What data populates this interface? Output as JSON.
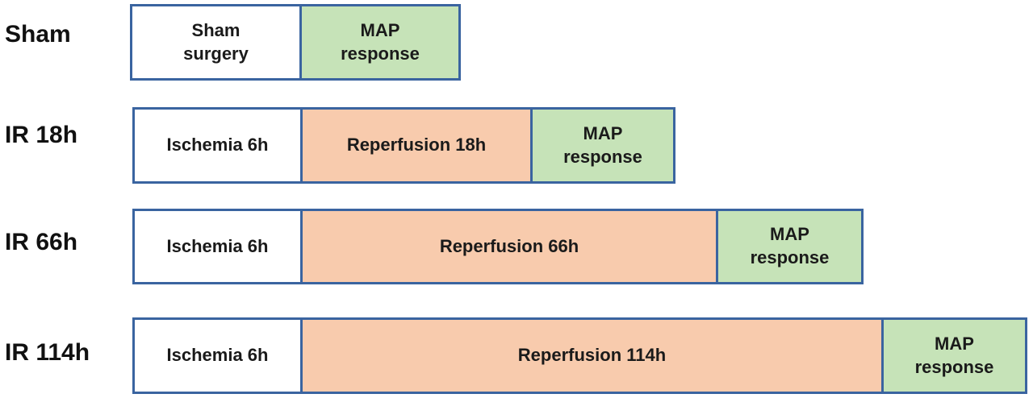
{
  "rows": [
    {
      "label": "Sham",
      "segments": [
        {
          "text": "Sham\nsurgery",
          "kind": "white"
        },
        {
          "text": "MAP\nresponse",
          "kind": "green"
        }
      ]
    },
    {
      "label": "IR 18h",
      "segments": [
        {
          "text": "Ischemia 6h",
          "kind": "white"
        },
        {
          "text": "Reperfusion 18h",
          "kind": "orange"
        },
        {
          "text": "MAP\nresponse",
          "kind": "green"
        }
      ]
    },
    {
      "label": "IR 66h",
      "segments": [
        {
          "text": "Ischemia 6h",
          "kind": "white"
        },
        {
          "text": "Reperfusion 66h",
          "kind": "orange"
        },
        {
          "text": "MAP\nresponse",
          "kind": "green"
        }
      ]
    },
    {
      "label": "IR 114h",
      "segments": [
        {
          "text": "Ischemia 6h",
          "kind": "white"
        },
        {
          "text": "Reperfusion 114h",
          "kind": "orange"
        },
        {
          "text": "MAP\nresponse",
          "kind": "green"
        }
      ]
    }
  ],
  "colors": {
    "border": "#3a64a0",
    "ischemia_fill": "#ffffff",
    "reperfusion_fill": "#f8cbad",
    "map_fill": "#c6e3b8"
  }
}
